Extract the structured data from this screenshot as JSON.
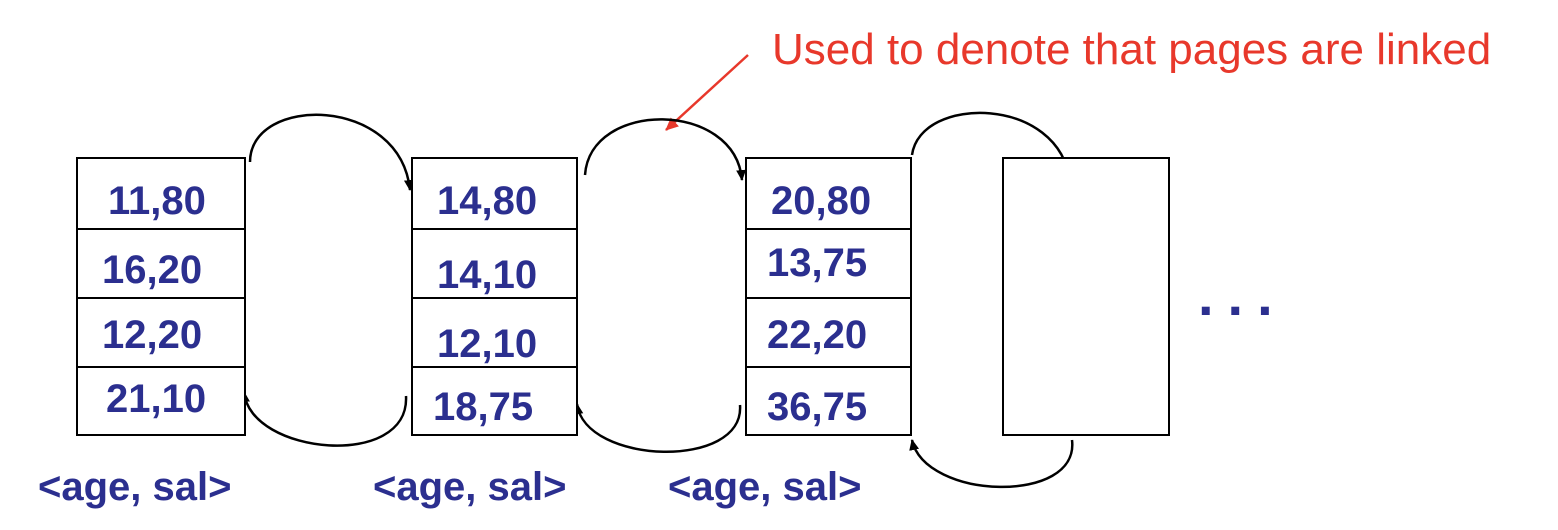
{
  "annotation": "Used to denote that pages are linked",
  "pages": [
    {
      "records": [
        "11,80",
        "16,20",
        "12,20",
        "21,10"
      ],
      "schema": "<age, sal>"
    },
    {
      "records": [
        "14,80",
        "14,10",
        "12,10",
        "18,75"
      ],
      "schema": "<age, sal>"
    },
    {
      "records": [
        "20,80",
        "13,75",
        "22,20",
        "36,75"
      ],
      "schema": "<age, sal>"
    },
    {
      "records": [],
      "schema": ""
    }
  ],
  "ellipsis": "...",
  "colors": {
    "record_text": "#2b2f8f",
    "annotation": "#e8382b",
    "lines": "#000000"
  }
}
